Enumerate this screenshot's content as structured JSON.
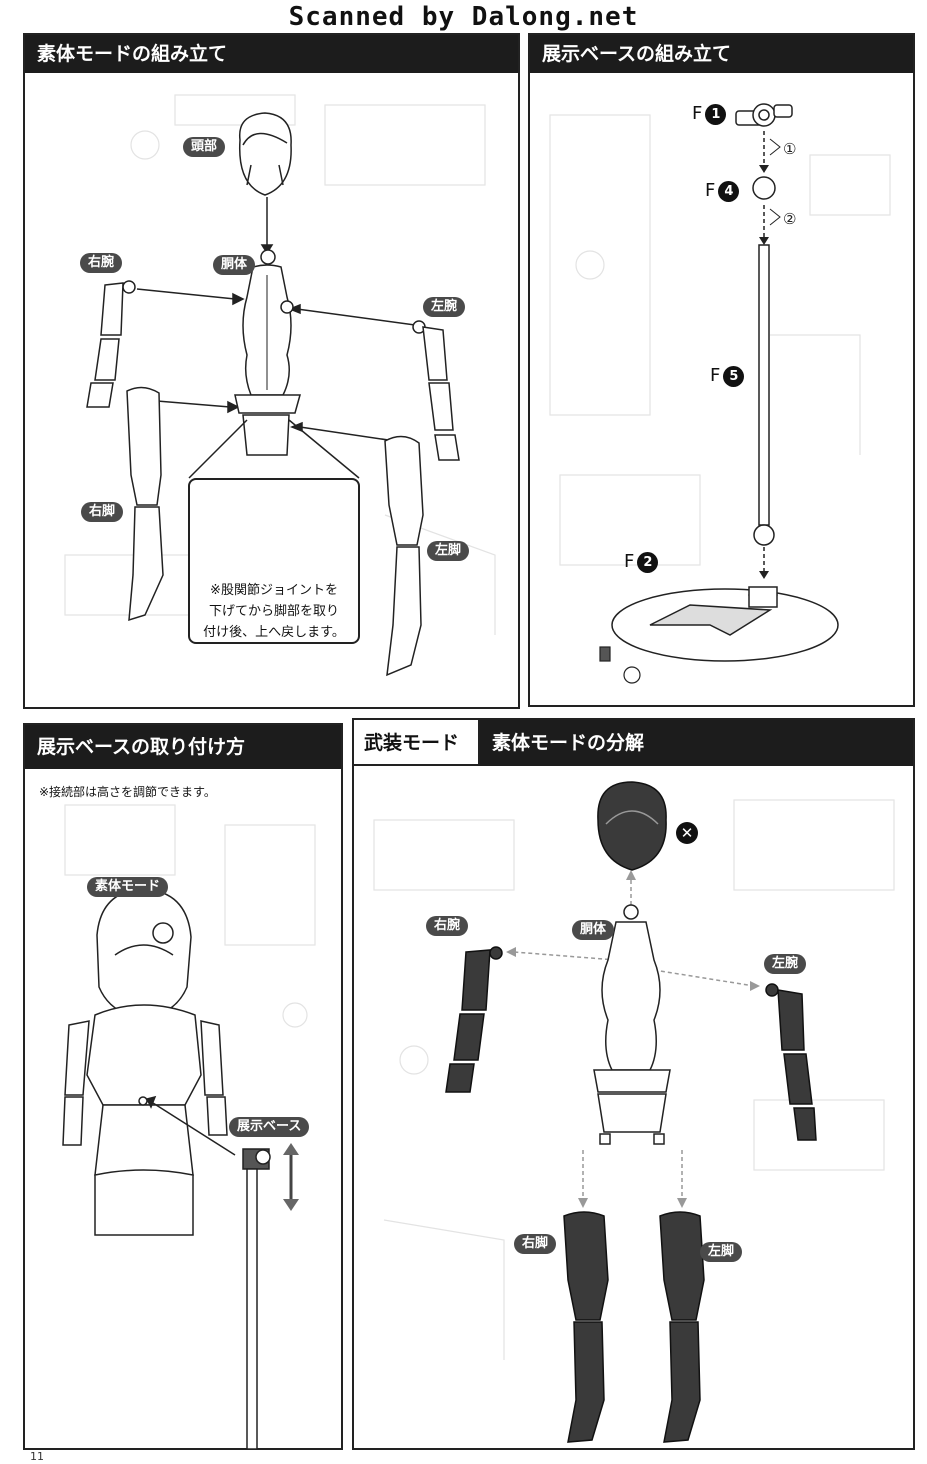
{
  "watermark": "Scanned by Dalong.net",
  "page_number": "11",
  "panel1": {
    "title": "素体モードの組み立て",
    "labels": {
      "head": "頭部",
      "torso": "胴体",
      "right_arm": "右腕",
      "left_arm": "左腕",
      "right_leg": "右脚",
      "left_leg": "左脚"
    },
    "callout_lines": [
      "※股関節ジョイントを",
      "下げてから脚部を取り",
      "付け後、上へ戻します。"
    ]
  },
  "panel2": {
    "title": "展示ベースの組み立て",
    "parts": [
      {
        "letter": "F",
        "num": "1"
      },
      {
        "letter": "F",
        "num": "4"
      },
      {
        "letter": "F",
        "num": "5"
      },
      {
        "letter": "F",
        "num": "2"
      }
    ],
    "steps": [
      "1",
      "2"
    ]
  },
  "panel3": {
    "title": "展示ベースの取り付け方",
    "note": "※接続部は高さを調節できます。",
    "labels": {
      "body_mode": "素体モード",
      "display_base": "展示ベース"
    }
  },
  "panel4": {
    "title_left": "武装モード",
    "title_right": "素体モードの分解",
    "labels": {
      "right_arm": "右腕",
      "torso": "胴体",
      "left_arm": "左腕",
      "right_leg": "右脚",
      "left_leg": "左脚"
    },
    "remove_mark": "✕"
  }
}
